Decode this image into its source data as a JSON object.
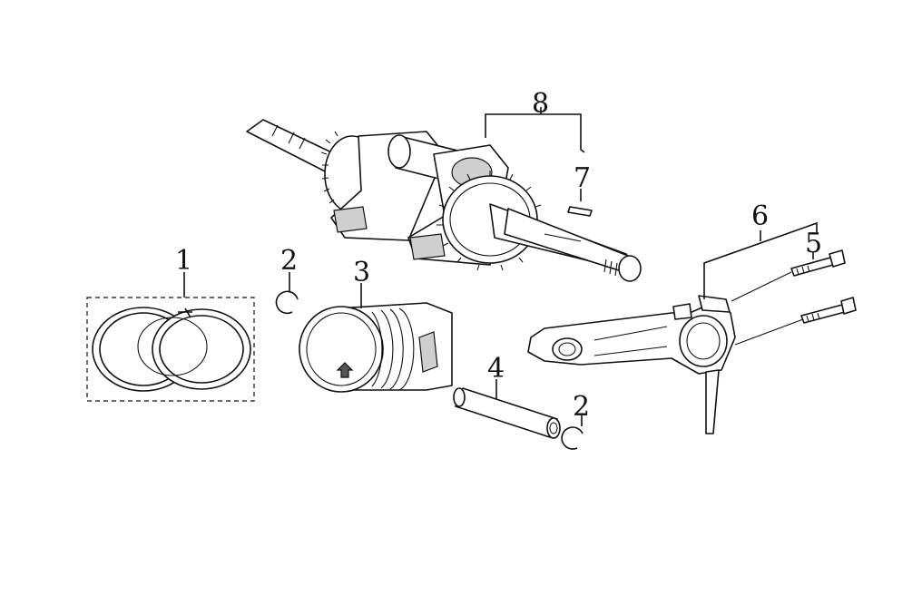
{
  "diagram": {
    "type": "exploded-parts-diagram",
    "callouts": [
      {
        "id": "c1",
        "label": "1",
        "part": "piston-ring-set"
      },
      {
        "id": "c2a",
        "label": "2",
        "part": "piston-pin-clip"
      },
      {
        "id": "c3",
        "label": "3",
        "part": "piston"
      },
      {
        "id": "c4",
        "label": "4",
        "part": "piston-pin"
      },
      {
        "id": "c2b",
        "label": "2",
        "part": "piston-pin-clip"
      },
      {
        "id": "c5",
        "label": "5",
        "part": "connecting-rod-bolt"
      },
      {
        "id": "c6",
        "label": "6",
        "part": "connecting-rod-assembly"
      },
      {
        "id": "c7",
        "label": "7",
        "part": "woodruff-key"
      },
      {
        "id": "c8",
        "label": "8",
        "part": "crankshaft-assembly"
      }
    ]
  }
}
